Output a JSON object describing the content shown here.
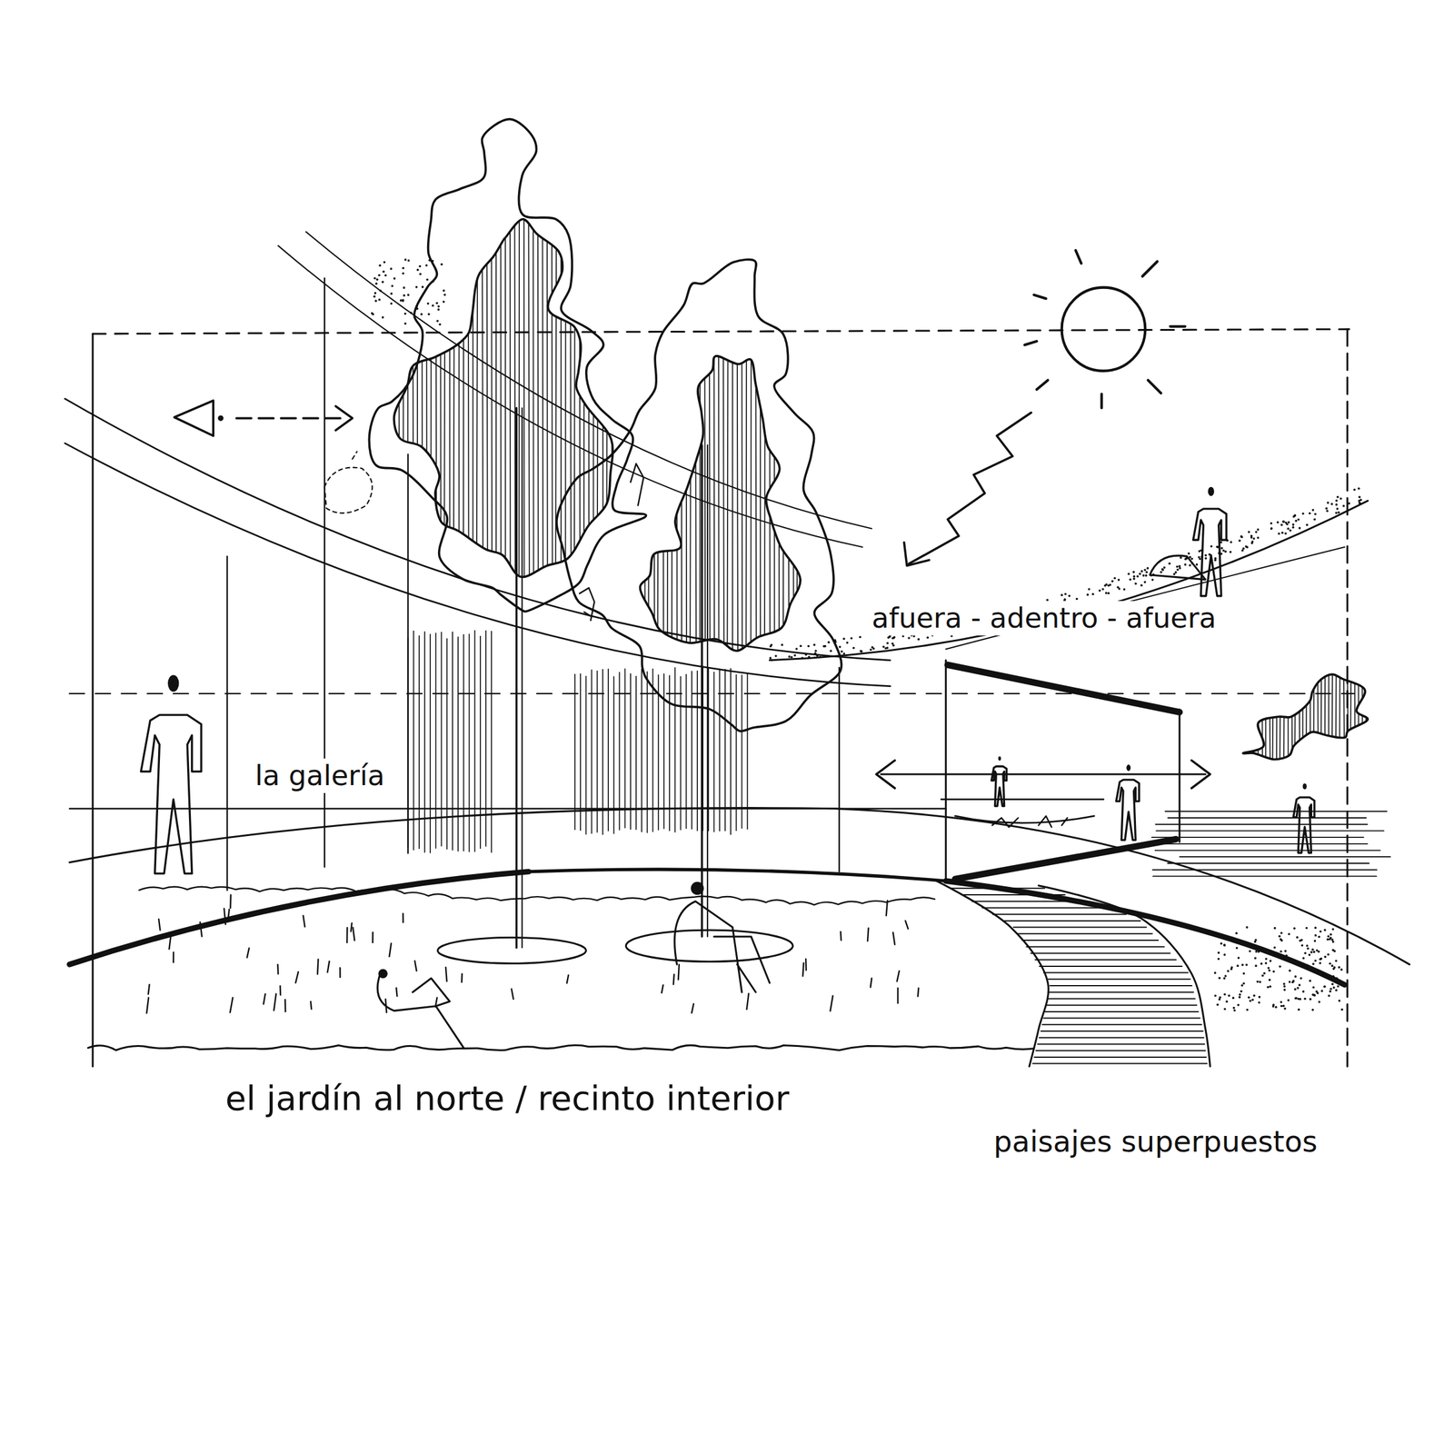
{
  "diagram": {
    "labels": [
      "afuera - adentro - afuera",
      "la galería",
      "el jardín al norte / recinto interior",
      "paisajes superpuestos"
    ]
  }
}
